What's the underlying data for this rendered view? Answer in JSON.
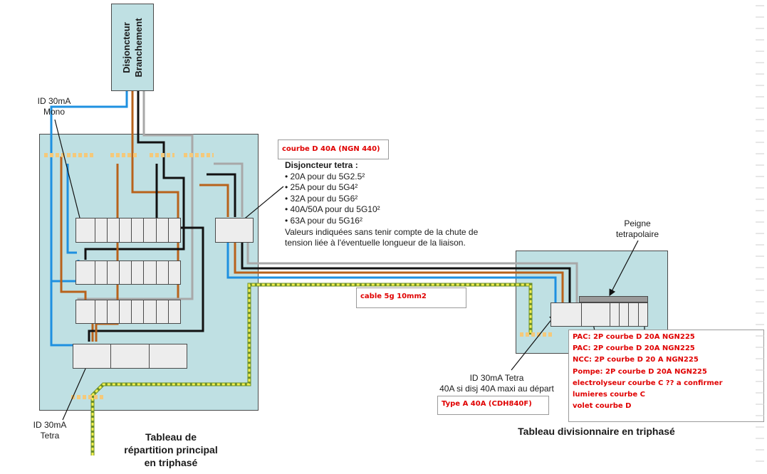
{
  "branchement": {
    "line1": "Disjoncteur",
    "line2": "Branchement"
  },
  "labels": {
    "id_mono": [
      "ID 30mA",
      "Mono"
    ],
    "id_tetra_main": [
      "ID 30mA",
      "Tetra"
    ],
    "peigne": [
      "Peigne",
      "tetrapolaire"
    ],
    "id_tetra_sub": [
      "ID 30mA Tetra",
      "40A si disj 40A maxi au départ"
    ]
  },
  "titles": {
    "main_panel": [
      "Tableau de",
      "répartition principal",
      "en triphasé"
    ],
    "sub_panel": "Tableau divisionnaire en triphasé"
  },
  "disjoncteur_info": {
    "heading": "Disjoncteur  tetra :",
    "items": [
      "• 20A pour du 5G2.5²",
      "• 25A pour du 5G4²",
      "• 32A pour du 5G6²",
      "• 40A/50A pour du 5G10²",
      "• 63A pour du 5G16²"
    ],
    "note": [
      "Valeurs indiquées sans tenir compte de la chute de",
      "tension liée à l'éventuelle  longueur de la liaison."
    ]
  },
  "annotations": {
    "courbe": "courbe D 40A (NGN 440)",
    "cable": "cable 5g 10mm2",
    "type_a": "Type A 40A (CDH840F)",
    "circuits": [
      "PAC: 2P courbe D 20A NGN225",
      "PAC: 2P courbe D 20A NGN225",
      "NCC: 2P courbe D 20 A NGN225",
      "Pompe: 2P courbe D 20A NGN225",
      "electrolyseur courbe C ?? a confirmer",
      "lumieres courbe C",
      "volet courbe D"
    ]
  },
  "colors": {
    "panel_bg": "#bfe0e3",
    "wire_blue": "#1e90e0",
    "wire_brown": "#b8621b",
    "wire_black": "#111111",
    "wire_grey": "#a8a8a8",
    "wire_earth": "#e8e84a",
    "comb": "#f5c97a",
    "annotation_red": "#e00000"
  }
}
